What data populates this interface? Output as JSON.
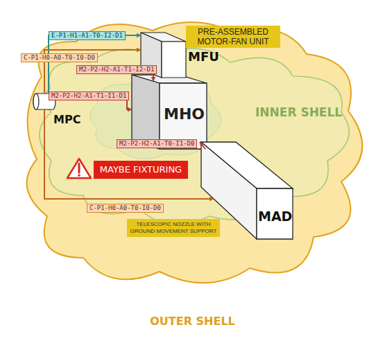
{
  "diagram": {
    "nodes": [
      {
        "text": [
          "OUTER SHELL"
        ]
      },
      {
        "text": [
          "INNER SHELL"
        ],
        "in": 0
      },
      {
        "text": [
          "MFU"
        ],
        "in": 0
      },
      {
        "text": [
          "MPC"
        ],
        "in": 0
      },
      {
        "text": [
          "MHO"
        ],
        "in": 1
      },
      {
        "text": [
          "MAD"
        ],
        "in": 0
      }
    ],
    "edges": [
      {
        "from": 3,
        "to": 2,
        "arrow": "to",
        "label": "E-P1-H1-A1-T0-I2-D1"
      },
      {
        "from": 3,
        "to": 2,
        "arrow": "to",
        "label": "C-P1-H0-A0-T0-I0-D0"
      },
      {
        "from": 2,
        "to": 4,
        "arrow": "to",
        "label": "M2-P2-H2-A1-T1-I2-D1"
      },
      {
        "from": 3,
        "to": 4,
        "arrow": "to",
        "label": "M2-P2-H2-A1-T1-I1-D1"
      },
      {
        "from": 5,
        "to": 4,
        "arrow": "to",
        "label": "M2-P2-H2-A1-T0-I1-D0"
      },
      {
        "from": 3,
        "to": 5,
        "arrow": "to",
        "label": "C-P1-H0-A0-T0-I0-D0"
      }
    ],
    "labels": [
      "PRE-ASSEMBLED MOTOR-FAN UNIT",
      "MAYBE FIXTURING",
      "TELESCOPIC NOZZLE WITH GROUND MOVEMENT SUPPORT"
    ]
  }
}
